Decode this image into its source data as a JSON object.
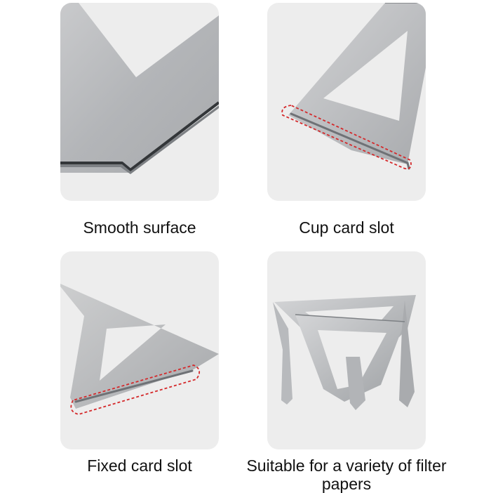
{
  "panels": [
    {
      "caption": "Smooth surface"
    },
    {
      "caption": "Cup card slot"
    },
    {
      "caption": "Fixed card slot"
    },
    {
      "caption": "Suitable for a variety of filter papers"
    }
  ]
}
